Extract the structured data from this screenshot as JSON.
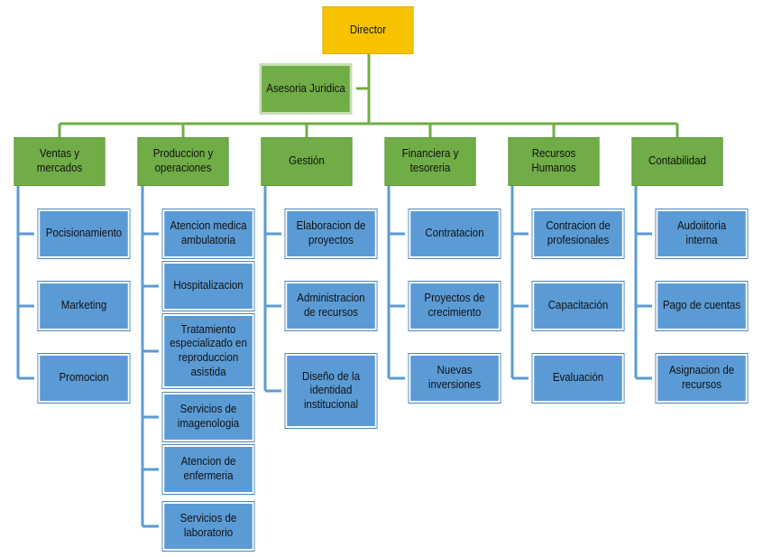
{
  "colors": {
    "director": "#f7c200",
    "department": "#70ad47",
    "unit": "#5b9bd5",
    "connector_green": "#70ad47",
    "connector_blue": "#5b9bd5"
  },
  "director": "Director",
  "advisor": "Asesoria Juridica",
  "departments": [
    {
      "name": "Ventas y mercados",
      "units": [
        "Pocisionamiento",
        "Marketing",
        "Promocion"
      ]
    },
    {
      "name": "Produccion y operaciones",
      "units": [
        "Atencion medica ambulatoria",
        "Hospitalizacion",
        "Tratamiento especializado en reproduccion asistida",
        "Servicios de imagenologia",
        "Atencion de enfermeria",
        "Servicios de laboratorio"
      ]
    },
    {
      "name": "Gestión",
      "units": [
        "Elaboracion de proyectos",
        "Administracion de recursos",
        "Diseño de la identidad institucional"
      ]
    },
    {
      "name": "Financiera y tesoreria",
      "units": [
        "Contratacion",
        "Proyectos de crecimiento",
        "Nuevas inversiones"
      ]
    },
    {
      "name": "Recursos Humanos",
      "units": [
        "Contracion de profesionales",
        "Capacitación",
        "Evaluación"
      ]
    },
    {
      "name": "Contabilidad",
      "units": [
        "Audoiitoria interna",
        "Pago de cuentas",
        "Asignacion de recursos"
      ]
    }
  ]
}
